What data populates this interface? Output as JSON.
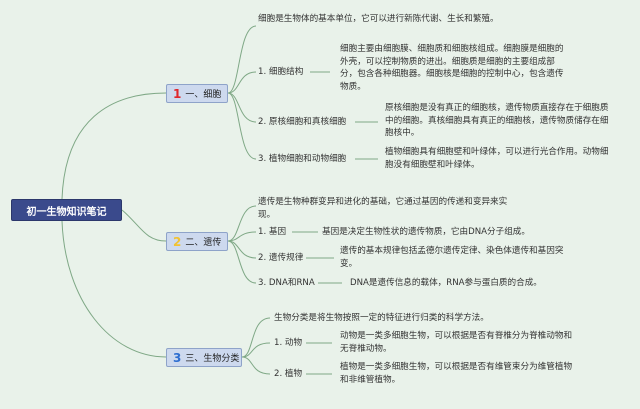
{
  "root": {
    "title": "初一生物知识笔记"
  },
  "topics": [
    {
      "number": "1",
      "label": "一、细胞",
      "number_color": "#e0262b",
      "intro": "细胞是生物体的基本单位，它可以进行新陈代谢、生长和繁殖。",
      "items": [
        {
          "label": "1. 细胞结构",
          "text": "细胞主要由细胞膜、细胞质和细胞核组成。细胞膜是细胞的外壳，可以控制物质的进出。细胞质是细胞的主要组成部分，包含各种细胞器。细胞核是细胞的控制中心，包含遗传物质。"
        },
        {
          "label": "2. 原核细胞和真核细胞",
          "text": "原核细胞是没有真正的细胞核，遗传物质直接存在于细胞质中的细胞。真核细胞具有真正的细胞核，遗传物质储存在细胞核中。"
        },
        {
          "label": "3. 植物细胞和动物细胞",
          "text": "植物细胞具有细胞壁和叶绿体，可以进行光合作用。动物细胞没有细胞壁和叶绿体。"
        }
      ]
    },
    {
      "number": "2",
      "label": "二、遗传",
      "number_color": "#f1c232",
      "intro": "遗传是生物种群变异和进化的基础，它通过基因的传递和变异来实现。",
      "items": [
        {
          "label": "1. 基因",
          "text": "基因是决定生物性状的遗传物质，它由DNA分子组成。"
        },
        {
          "label": "2. 遗传规律",
          "text": "遗传的基本规律包括孟德尔遗传定律、染色体遗传和基因突变。"
        },
        {
          "label": "3. DNA和RNA",
          "text": "DNA是遗传信息的载体，RNA参与蛋白质的合成。"
        }
      ]
    },
    {
      "number": "3",
      "label": "三、生物分类",
      "number_color": "#2f6fd0",
      "intro": "生物分类是将生物按照一定的特征进行归类的科学方法。",
      "items": [
        {
          "label": "1. 动物",
          "text": "动物是一类多细胞生物，可以根据是否有脊椎分为脊椎动物和无脊椎动物。"
        },
        {
          "label": "2. 植物",
          "text": "植物是一类多细胞生物，可以根据是否有维管束分为维管植物和非维管植物。"
        }
      ]
    }
  ],
  "colors": {
    "background": "#e9f2ea",
    "link": "#7fa886",
    "root_fill": "#3a4a8c",
    "topic_fill": "#cdd9ee"
  }
}
